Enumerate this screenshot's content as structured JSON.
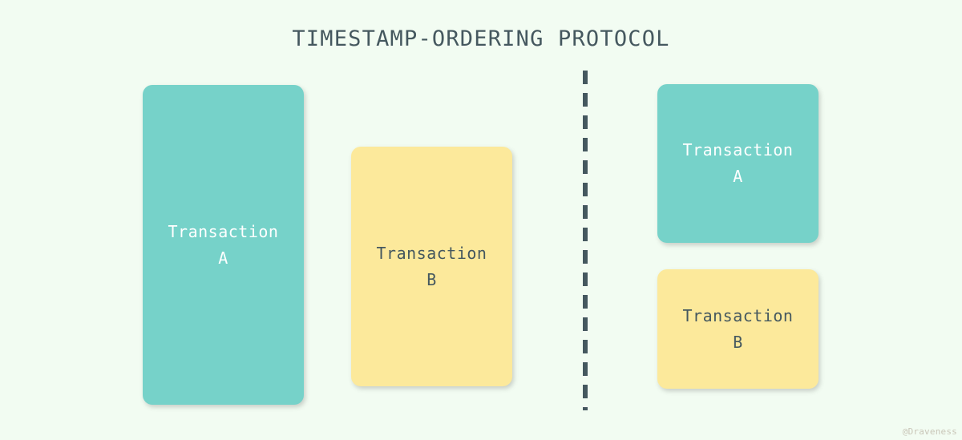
{
  "figure": {
    "title": "TIMESTAMP-ORDERING PROTOCOL",
    "background_color": "#F2FCF2",
    "title_color": "#45585F",
    "watermark": "@Draveness"
  },
  "palette": {
    "teal": "#76D2C9",
    "yellow": "#FCE99B",
    "slate": "#45585F",
    "white": "#FFFFFF",
    "watermark_gray": "#C9C6B8"
  },
  "divider": {
    "style": "dashed-vertical",
    "color": "#45585F"
  },
  "panels": [
    {
      "name": "left-panel",
      "boxes": [
        {
          "id": "left-a",
          "label": "Transaction\nA",
          "transaction": "A",
          "fill": "#76D2C9",
          "text_color": "#FFFFFF"
        },
        {
          "id": "left-b",
          "label": "Transaction\nB",
          "transaction": "B",
          "fill": "#FCE99B",
          "text_color": "#45585F"
        }
      ]
    },
    {
      "name": "right-panel",
      "boxes": [
        {
          "id": "right-a",
          "label": "Transaction\nA",
          "transaction": "A",
          "fill": "#76D2C9",
          "text_color": "#FFFFFF"
        },
        {
          "id": "right-b",
          "label": "Transaction\nB",
          "transaction": "B",
          "fill": "#FCE99B",
          "text_color": "#45585F"
        }
      ]
    }
  ]
}
